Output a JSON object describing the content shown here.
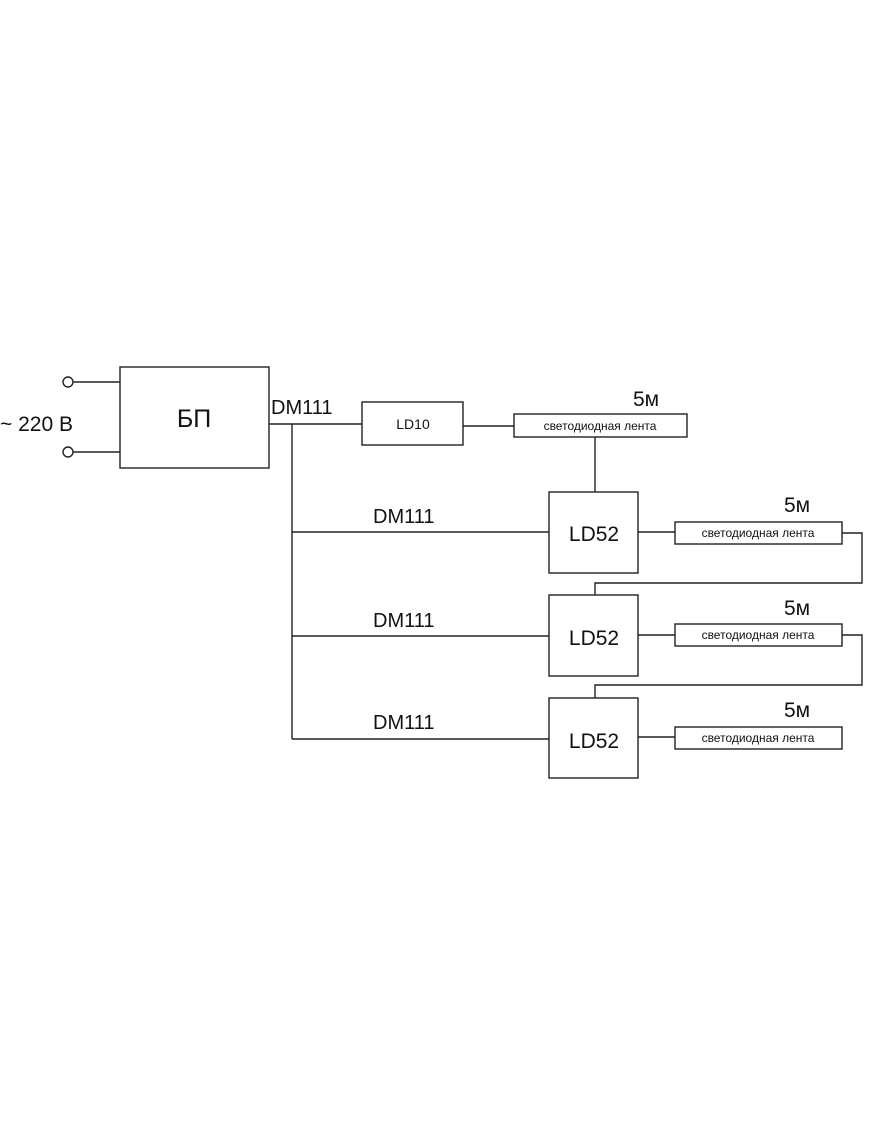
{
  "power_input": "~ 220 В",
  "power_supply": "БП",
  "main_cable": "DM111",
  "ld10": "LD10",
  "branch_cables": [
    "DM111",
    "DM111",
    "DM111"
  ],
  "ld52_modules": [
    "LD52",
    "LD52",
    "LD52"
  ],
  "led_strips": [
    {
      "label": "светодиодная лента",
      "length": "5м"
    },
    {
      "label": "светодиодная лента",
      "length": "5м"
    },
    {
      "label": "светодиодная лента",
      "length": "5м"
    },
    {
      "label": "светодиодная лента",
      "length": "5м"
    }
  ]
}
